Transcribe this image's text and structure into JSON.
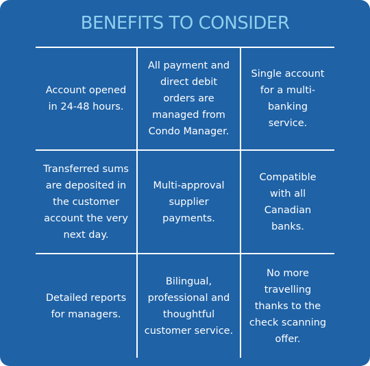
{
  "title": "BENEFITS TO CONSIDER",
  "colors": {
    "background": "#1f62a6",
    "title": "#8fd0ef",
    "text": "#ffffff",
    "lines": "#ffffff"
  },
  "benefits": [
    [
      "Account opened",
      "in 24-48 hours."
    ],
    [
      "All payment and",
      "direct debit",
      "orders are",
      "managed from",
      "Condo Manager."
    ],
    [
      "Single account",
      "for a multi-",
      "banking",
      "service."
    ],
    [
      "Transferred sums",
      "are deposited in",
      "the customer",
      "account the very",
      "next day."
    ],
    [
      "Multi-approval",
      "supplier",
      "payments."
    ],
    [
      "Compatible",
      "with all",
      "Canadian",
      "banks."
    ],
    [
      "Detailed reports",
      "for managers."
    ],
    [
      "Bilingual,",
      "professional and",
      "thoughtful",
      "customer service."
    ],
    [
      "No more",
      "travelling",
      "thanks to the",
      "check scanning",
      "offer."
    ]
  ]
}
